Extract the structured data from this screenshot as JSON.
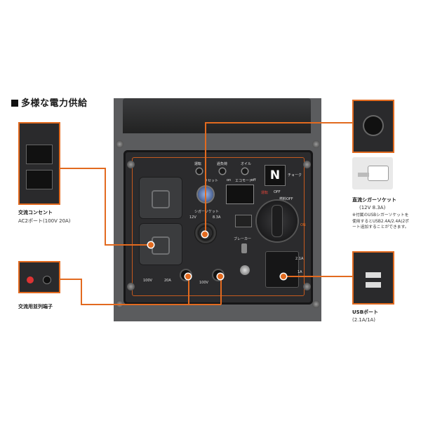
{
  "heading": "多様な電力供給",
  "callouts": {
    "ac_outlet": {
      "title": "交流コンセント",
      "detail": "AC2ポート(100V 20A)"
    },
    "parallel": {
      "title": "交流用並列端子"
    },
    "cigar": {
      "title": "直流シガーソケット",
      "detail": "(12V 8.3A)",
      "note": "※付属のUSBシガーソケットを使用するとUSB2.4A/2.4A)2ポート追加することができます。"
    },
    "usb": {
      "title": "USBポート",
      "detail": "(2.1A/1A)"
    }
  },
  "panel": {
    "labels": {
      "reset": "リセット",
      "overload": "過負荷",
      "oil": "オイル",
      "on": "on",
      "off": "off",
      "eco": "エコモード",
      "choke": "チョーク",
      "cigar_socket": "シガーソケット",
      "v12": "12V",
      "a83": "8.3A",
      "breaker": "ブレーカー",
      "off2": "OFF",
      "run_off": "燃料OFF",
      "on2": "ON",
      "a21": "2.1A",
      "a1": "1A",
      "v100": "100V",
      "a20": "20A",
      "v100b": "100V",
      "lamp_red": "運転",
      "lamp_red2": "運転",
      "logo": "N"
    }
  },
  "colors": {
    "accent": "#e26a1f",
    "panel": "#2b2b2d"
  }
}
